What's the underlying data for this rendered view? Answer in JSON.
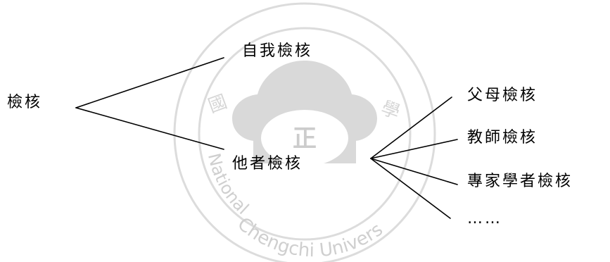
{
  "diagram": {
    "root": {
      "label": "檢核"
    },
    "children": [
      {
        "label": "自我檢核"
      },
      {
        "label": "他者檢核",
        "children": [
          {
            "label": "父母檢核"
          },
          {
            "label": "教師檢核"
          },
          {
            "label": "專家學者檢核"
          },
          {
            "label": "……"
          }
        ]
      }
    ]
  },
  "watermark": {
    "text_left": "National",
    "text_bottom": "Chengchi Univers",
    "seal_char_left": "國",
    "seal_char_right": "學",
    "color": "#d8d8d8"
  },
  "colors": {
    "line": "#000000",
    "text": "#000000",
    "background": "#ffffff"
  }
}
